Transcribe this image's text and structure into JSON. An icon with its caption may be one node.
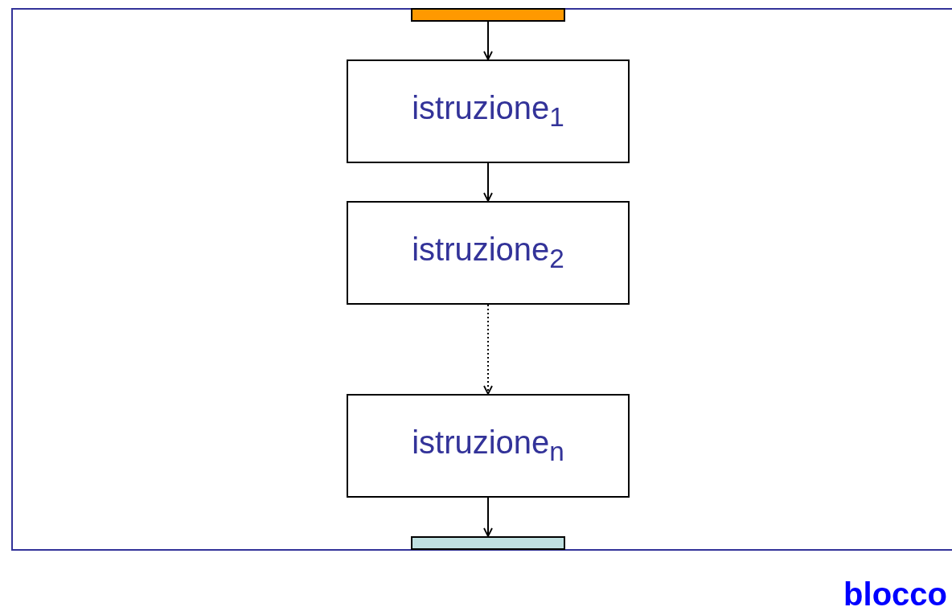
{
  "diagram": {
    "nodes": [
      {
        "text": [
          "blocco"
        ]
      },
      {
        "text": [],
        "shape": "bar",
        "in": 0
      },
      {
        "text": [
          "istruzione$_{1}$"
        ],
        "in": 0
      },
      {
        "text": [
          "istruzione$_{2}$"
        ],
        "in": 0
      },
      {
        "text": [
          "istruzione$_{n}$"
        ],
        "in": 0
      },
      {
        "text": [],
        "shape": "bar",
        "in": 0
      }
    ],
    "edges": [
      {
        "from": 1,
        "to": 2,
        "arrow": "to"
      },
      {
        "from": 2,
        "to": 3,
        "arrow": "to"
      },
      {
        "from": 3,
        "to": 4,
        "arrow": "to",
        "style": "dashed"
      },
      {
        "from": 4,
        "to": 5,
        "arrow": "to"
      }
    ]
  }
}
